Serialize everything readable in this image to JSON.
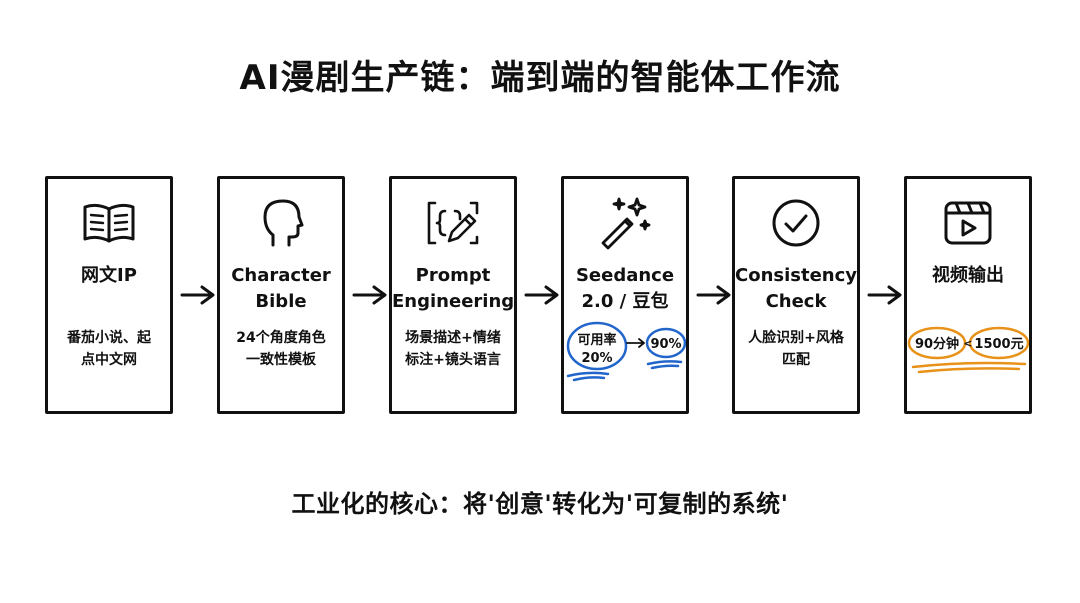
{
  "title": "AI漫剧生产链：端到端的智能体工作流",
  "footer": "工业化的核心：将'创意'转化为'可复制的系统'",
  "colors": {
    "blue_accent": "#2266cc",
    "orange_accent": "#e8921a",
    "ink": "#111111"
  },
  "steps": [
    {
      "icon": "open-book-icon",
      "label_lines": [
        "网文IP"
      ],
      "desc_lines": [
        "番茄小说、起",
        "点中文网"
      ]
    },
    {
      "icon": "human-head-icon",
      "label_lines": [
        "Character",
        "Bible"
      ],
      "desc_lines": [
        "24个角度角色",
        "一致性模板"
      ]
    },
    {
      "icon": "code-pencil-icon",
      "label_lines": [
        "Prompt",
        "Engineering"
      ],
      "desc_lines": [
        "场景描述+情绪",
        "标注+镜头语言"
      ]
    },
    {
      "icon": "magic-wand-icon",
      "label_lines": [
        "Seedance",
        "2.0 / 豆包"
      ],
      "stat": {
        "from_label": "可用率",
        "from_value": "20%",
        "to_value": "90%"
      }
    },
    {
      "icon": "check-circle-icon",
      "label_lines": [
        "Consistency",
        "Check"
      ],
      "desc_lines": [
        "人脸识别+风格",
        "匹配"
      ]
    },
    {
      "icon": "video-player-icon",
      "label_lines": [
        "视频输出"
      ],
      "compare": {
        "left": "90分钟",
        "sign": "<",
        "right": "1500元"
      }
    }
  ]
}
